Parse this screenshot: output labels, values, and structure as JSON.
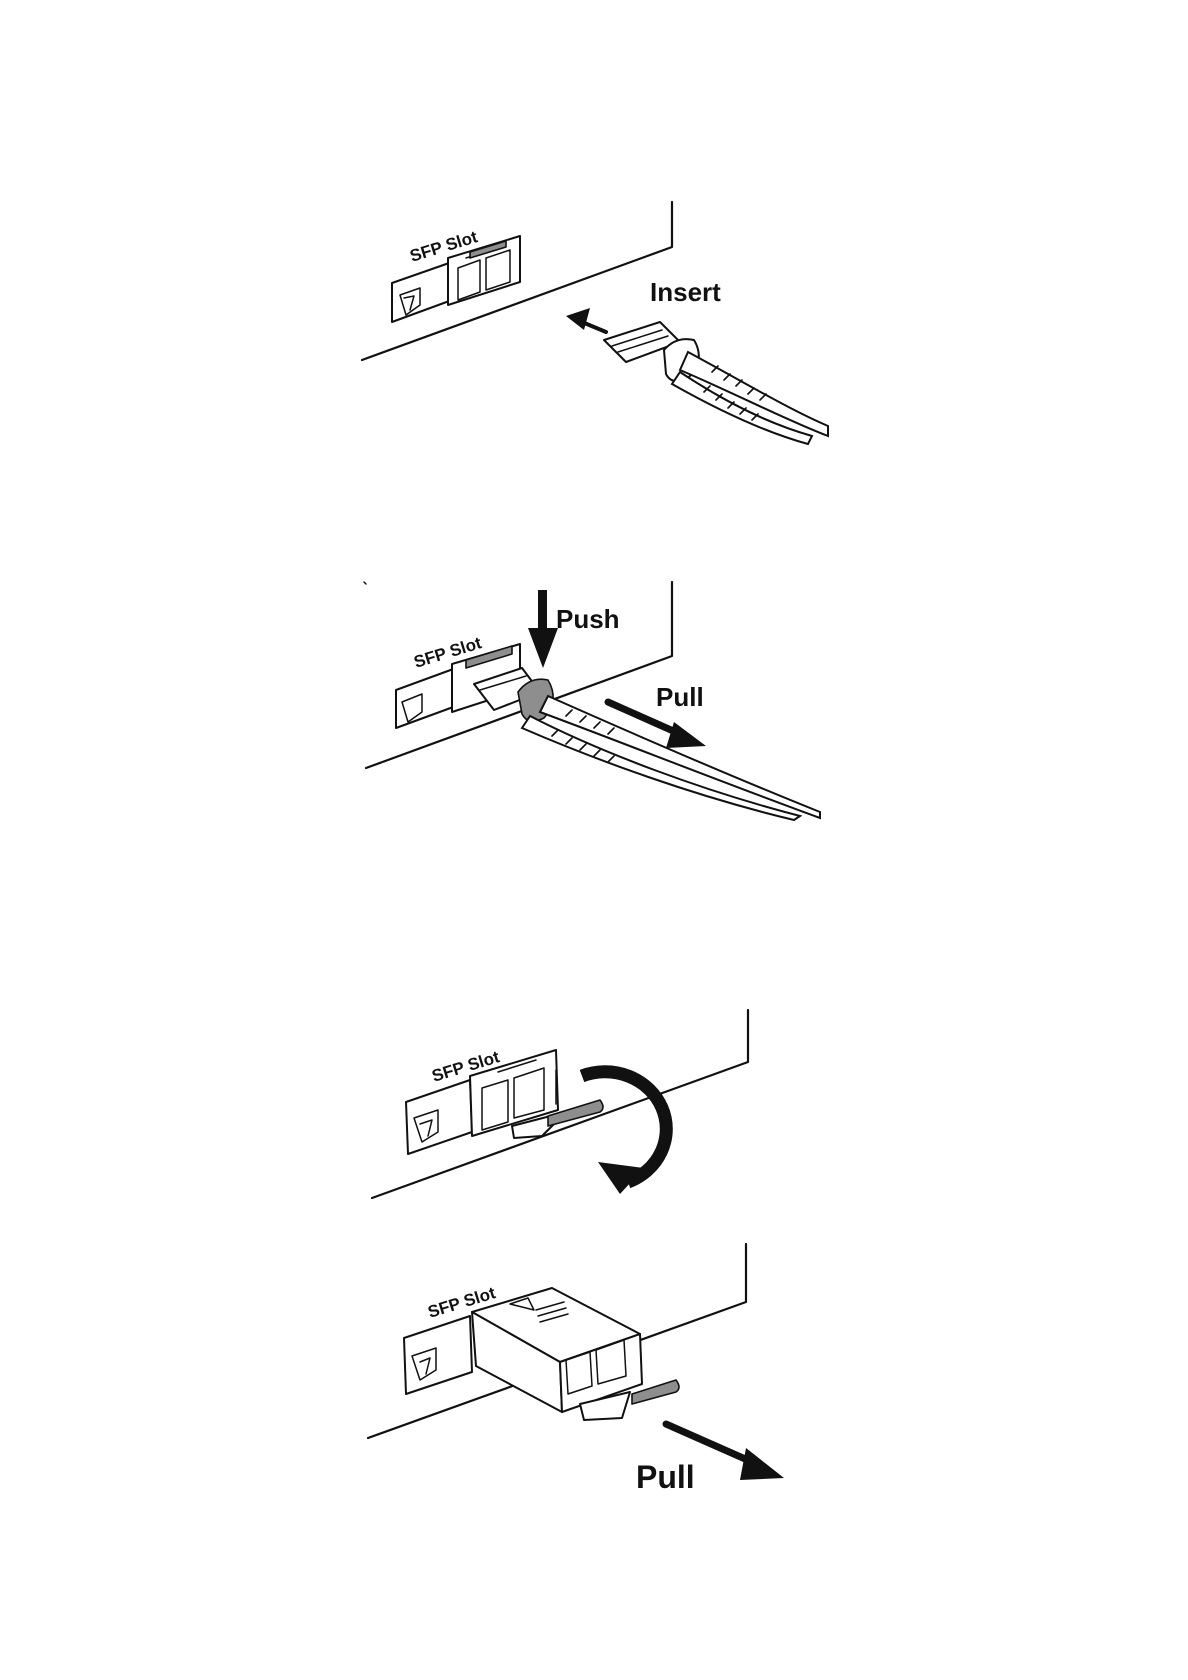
{
  "colors": {
    "background": "#ffffff",
    "line": "#111111",
    "latch": "#8e8e8e"
  },
  "panels": [
    {
      "slot_label": "SFP Slot",
      "actions": [
        "Insert"
      ]
    },
    {
      "slot_label": "SFP Slot",
      "actions": [
        "Push",
        "Pull"
      ]
    },
    {
      "slot_label": "SFP Slot",
      "actions": []
    },
    {
      "slot_label": "SFP Slot",
      "actions": [
        "Pull"
      ]
    }
  ],
  "icons": [
    "insert-arrow-icon",
    "push-arrow-icon",
    "pull-arrow-icon",
    "rotate-arrow-icon"
  ]
}
